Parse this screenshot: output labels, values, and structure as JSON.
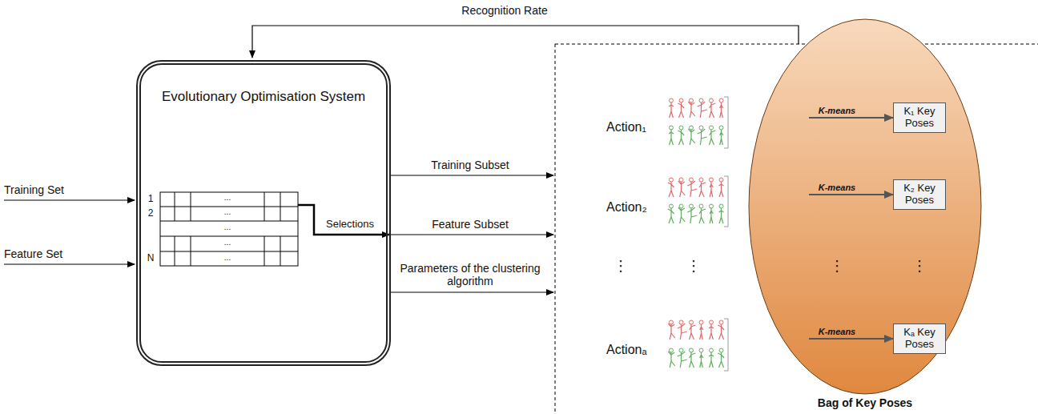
{
  "diagram": {
    "nodes": [
      {
        "text": [
          "Evolutionary Optimisation System"
        ]
      },
      {
        "text": [
          "Bag of Key Poses"
        ]
      },
      {
        "text": [
          "K₁ Key Poses"
        ],
        "in": 1
      },
      {
        "text": [
          "K₂ Key Poses"
        ],
        "in": 1
      },
      {
        "text": [
          "Kₐ Key Poses"
        ],
        "in": 1
      }
    ],
    "labels": [
      "Recognition Rate",
      "Training Set",
      "Feature Set",
      "1",
      "2",
      "N",
      "...",
      "...",
      "...",
      "...",
      "...",
      "Selections",
      "Training Subset",
      "Feature Subset",
      "Parameters of the clustering algorithm",
      "Action₁",
      "Action₂",
      "Actionₐ",
      "⋮",
      "⋮",
      "⋮",
      "⋮",
      "K-means",
      "K-means",
      "K-means"
    ]
  }
}
